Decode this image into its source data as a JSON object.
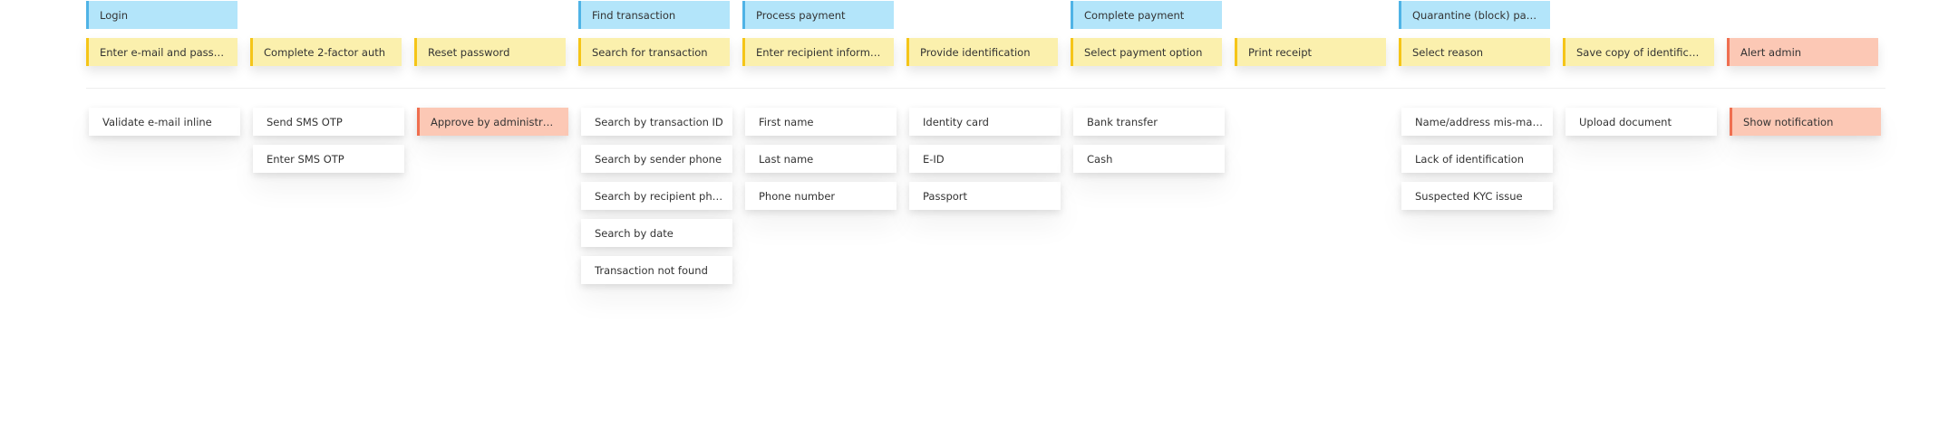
{
  "epics": [
    {
      "col": 0,
      "label": "Login"
    },
    {
      "col": 3,
      "label": "Find transaction"
    },
    {
      "col": 4,
      "label": "Process payment"
    },
    {
      "col": 6,
      "label": "Complete payment"
    },
    {
      "col": 8,
      "label": "Quarantine (block) payment"
    }
  ],
  "steps": [
    {
      "label": "Enter e-mail and password",
      "color": "yellow"
    },
    {
      "label": "Complete 2-factor auth",
      "color": "yellow"
    },
    {
      "label": "Reset password",
      "color": "yellow"
    },
    {
      "label": "Search for transaction",
      "color": "yellow"
    },
    {
      "label": "Enter recipient information",
      "color": "yellow"
    },
    {
      "label": "Provide identification",
      "color": "yellow"
    },
    {
      "label": "Select payment option",
      "color": "yellow"
    },
    {
      "label": "Print receipt",
      "color": "yellow"
    },
    {
      "label": "Select reason",
      "color": "yellow"
    },
    {
      "label": "Save copy of identification",
      "color": "yellow"
    },
    {
      "label": "Alert admin",
      "color": "red"
    }
  ],
  "stories": [
    [
      {
        "label": "Validate e-mail inline"
      }
    ],
    [
      {
        "label": "Send SMS OTP"
      },
      {
        "label": "Enter SMS OTP"
      }
    ],
    [
      {
        "label": "Approve by administrator",
        "highlight": true
      }
    ],
    [
      {
        "label": "Search by transaction ID"
      },
      {
        "label": "Search by sender phone"
      },
      {
        "label": "Search by recipient phone"
      },
      {
        "label": "Search by date"
      },
      {
        "label": "Transaction not found"
      }
    ],
    [
      {
        "label": "First name"
      },
      {
        "label": "Last name"
      },
      {
        "label": "Phone number"
      }
    ],
    [
      {
        "label": "Identity card"
      },
      {
        "label": "E-ID"
      },
      {
        "label": "Passport"
      }
    ],
    [
      {
        "label": "Bank transfer"
      },
      {
        "label": "Cash"
      }
    ],
    [],
    [
      {
        "label": "Name/address mis-match"
      },
      {
        "label": "Lack of identification"
      },
      {
        "label": "Suspected KYC issue"
      }
    ],
    [
      {
        "label": "Upload document"
      }
    ],
    [
      {
        "label": "Show notification",
        "highlight": true
      }
    ]
  ],
  "colors": {
    "epic_bg": "#b3e5fa",
    "epic_accent": "#4fb3e6",
    "step_bg": "#fbf0ad",
    "step_accent": "#f5c518",
    "alert_bg": "#fcc8b5",
    "alert_accent": "#ef6f50",
    "story_bg": "#ffffff"
  }
}
